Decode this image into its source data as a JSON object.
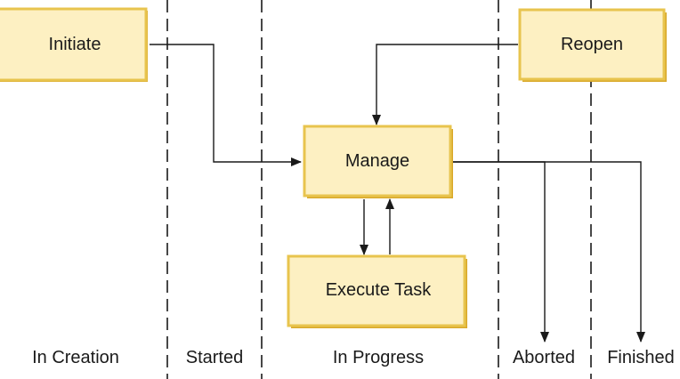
{
  "nodes": {
    "initiate": "Initiate",
    "reopen": "Reopen",
    "manage": "Manage",
    "execute_task": "Execute Task"
  },
  "phases": {
    "in_creation": "In Creation",
    "started": "Started",
    "in_progress": "In Progress",
    "aborted": "Aborted",
    "finished": "Finished"
  },
  "colors": {
    "box_fill": "#FDF0C2",
    "box_border": "#E8C44E",
    "box_shadow": "#D9A92A",
    "line": "#1A1A1A"
  }
}
